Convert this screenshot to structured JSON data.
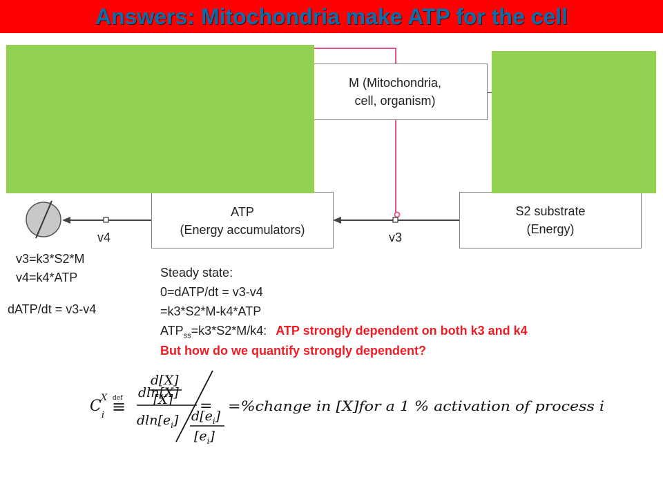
{
  "title": "Answers: Mitochondria make ATP for the cell",
  "boxes": {
    "m_line1": "M (Mitochondria,",
    "m_line2": "cell, organism)",
    "atp_line1": "ATP",
    "atp_line2": "(Energy accumulators)",
    "s2_line1": "S2 substrate",
    "s2_line2": "(Energy)"
  },
  "flux_labels": {
    "v4": "v4",
    "v3": "v3"
  },
  "rate_laws": {
    "v3": "v3=k3*S2*M",
    "v4": "v4=k4*ATP",
    "datp": "dATP/dt = v3-v4"
  },
  "steady_state": {
    "line1": "Steady state:",
    "line2": "0=dATP/dt = v3-v4",
    "line3": "=k3*S2*M-k4*ATP",
    "line4_a": "ATP",
    "line4_sub": "ss",
    "line4_b": "=k3*S2*M/k4:",
    "line4_red": "ATP strongly dependent on both k3 and k4",
    "line5_red": "But how do we quantify strongly dependent?"
  },
  "colors": {
    "title_bg": "#ff0000",
    "title_text": "#0b6ea8",
    "green_panel": "#92d050",
    "pink_wire": "#e0508a",
    "red_text": "#ee1c25"
  },
  "equation": {
    "c": "C",
    "sub_i": "i",
    "sup_x": "X",
    "def": "def",
    "equiv": "≡",
    "dlnx": "dln[X]",
    "dlnei": "dln[e",
    "dlnei_sub": "i",
    "dlnei_end": "]",
    "dx": "d[X]",
    "x": "[X]",
    "dei": "d[e",
    "ei": "[e",
    "i": "i",
    "close": "]",
    "eq": "=",
    "rhs": "=%change in [X]for a 1 % activation of process i"
  }
}
